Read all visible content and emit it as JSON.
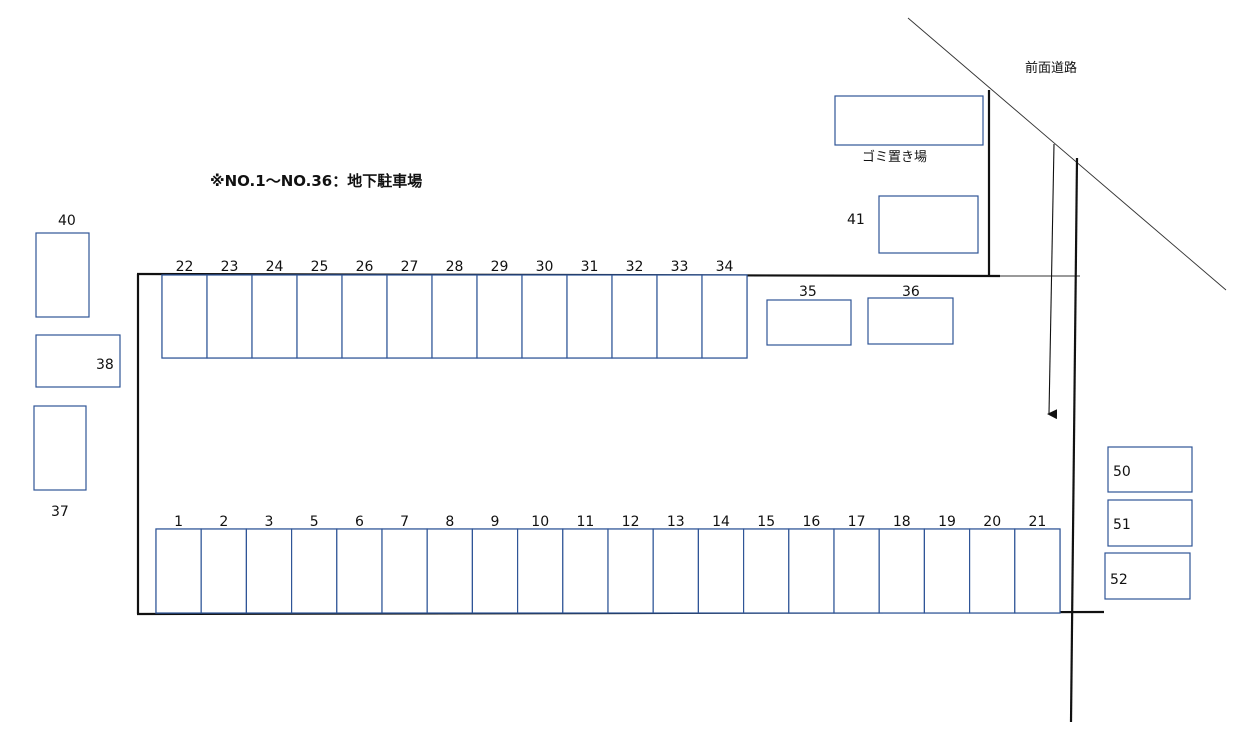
{
  "title_note": "※NO.1～NO.36：地下駐車場",
  "road_label": "前面道路",
  "garbage_label": "ゴミ置き場",
  "colors": {
    "slot_border": "#2f5597",
    "wall": "#111111"
  },
  "bottom_row": [
    "1",
    "2",
    "3",
    "5",
    "6",
    "7",
    "8",
    "9",
    "10",
    "11",
    "12",
    "13",
    "14",
    "15",
    "16",
    "17",
    "18",
    "19",
    "20",
    "21"
  ],
  "top_row": [
    "22",
    "23",
    "24",
    "25",
    "26",
    "27",
    "28",
    "29",
    "30",
    "31",
    "32",
    "33",
    "34"
  ],
  "spaces": {
    "s35": "35",
    "s36": "36",
    "s37": "37",
    "s38": "38",
    "s40": "40",
    "s41": "41",
    "s50": "50",
    "s51": "51",
    "s52": "52"
  }
}
